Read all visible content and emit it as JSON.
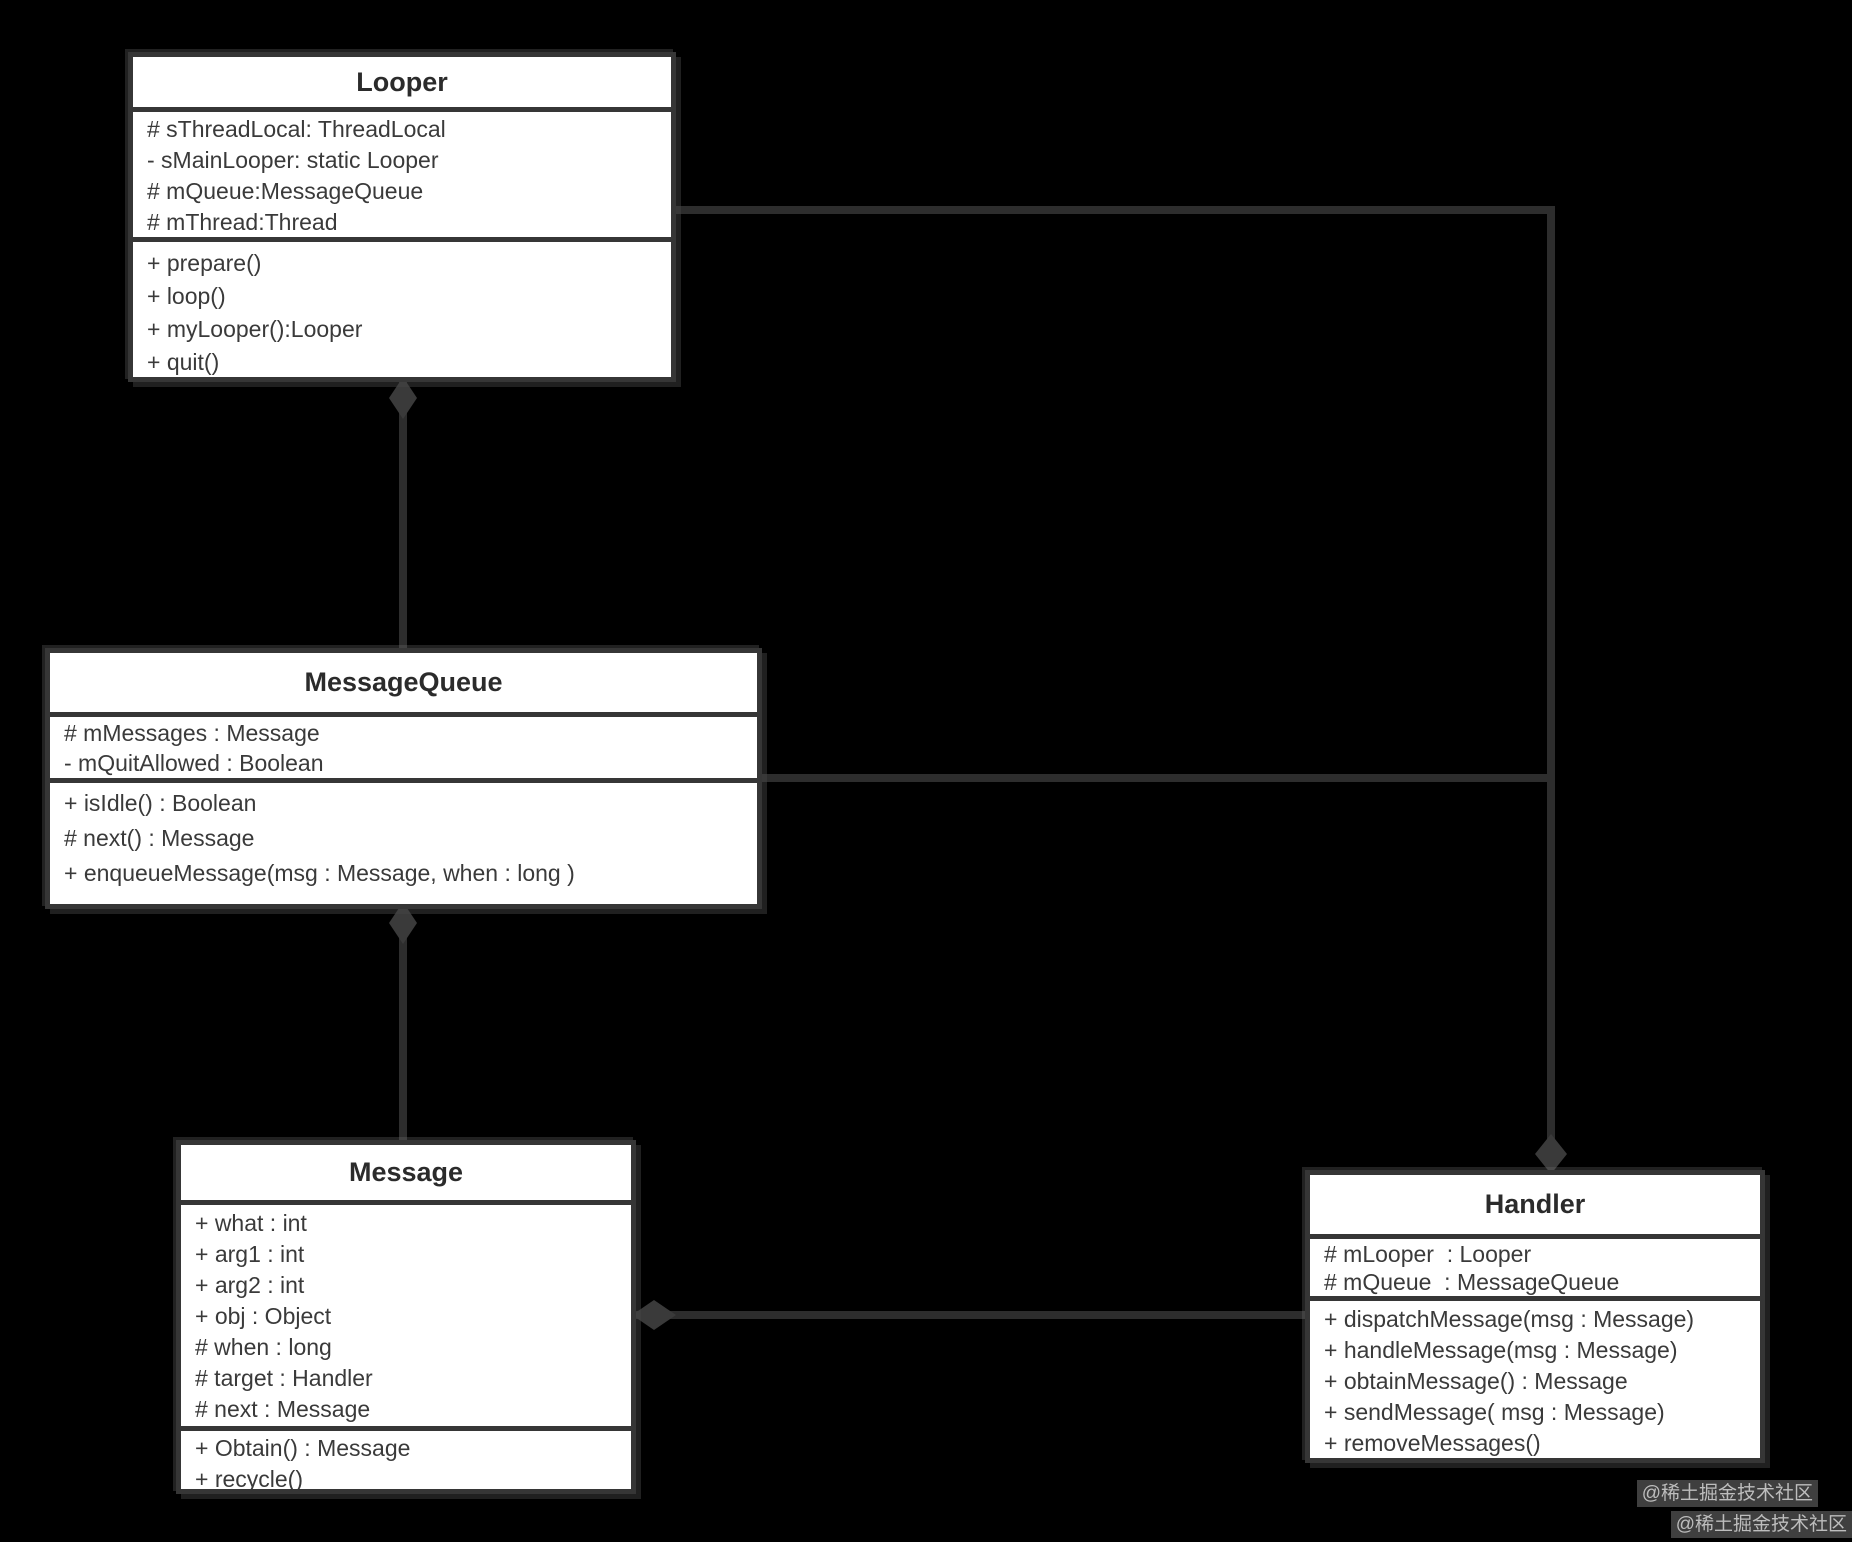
{
  "diagram": {
    "type": "uml-class-diagram",
    "classes": [
      {
        "name": "Looper",
        "attributes": [
          "# sThreadLocal: ThreadLocal",
          "- sMainLooper: static Looper",
          "# mQueue:MessageQueue",
          "# mThread:Thread"
        ],
        "methods": [
          "+ prepare()",
          "+ loop()",
          "+ myLooper():Looper",
          "+ quit()"
        ]
      },
      {
        "name": "MessageQueue",
        "attributes": [
          "# mMessages : Message",
          "- mQuitAllowed : Boolean"
        ],
        "methods": [
          "+ isIdle() : Boolean",
          "# next() : Message",
          "+ enqueueMessage(msg : Message, when : long )"
        ]
      },
      {
        "name": "Message",
        "attributes": [
          "+ what : int",
          "+ arg1 : int",
          "+ arg2 : int",
          "+ obj : Object",
          "# when : long",
          "# target : Handler",
          "# next : Message"
        ],
        "methods": [
          "+ Obtain() : Message",
          "+ recycle()"
        ]
      },
      {
        "name": "Handler",
        "attributes": [
          "# mLooper  : Looper",
          "# mQueue  : MessageQueue"
        ],
        "methods": [
          "+ dispatchMessage(msg : Message)",
          "+ handleMessage(msg : Message)",
          "+ obtainMessage() : Message",
          "+ sendMessage( msg : Message)",
          "+ removeMessages()"
        ]
      }
    ],
    "relationships": [
      {
        "from": "Looper",
        "to": "MessageQueue",
        "type": "aggregation",
        "diamond_at": "Looper"
      },
      {
        "from": "MessageQueue",
        "to": "Message",
        "type": "aggregation",
        "diamond_at": "MessageQueue"
      },
      {
        "from": "Looper",
        "to": "Handler",
        "type": "aggregation",
        "diamond_at": "Handler"
      },
      {
        "from": "MessageQueue",
        "to": "Handler",
        "type": "aggregation",
        "diamond_at": "Handler"
      },
      {
        "from": "Handler",
        "to": "Message",
        "type": "aggregation",
        "diamond_at": "Message"
      }
    ],
    "colors": {
      "background": "#000000",
      "box_fill": "#ffffff",
      "box_border": "#363636",
      "line": "#2d2d2d",
      "text": "#3a3a3a"
    }
  },
  "watermark": {
    "line1": "@稀土掘金技术社区",
    "line2": "@稀土掘金技术社区"
  }
}
